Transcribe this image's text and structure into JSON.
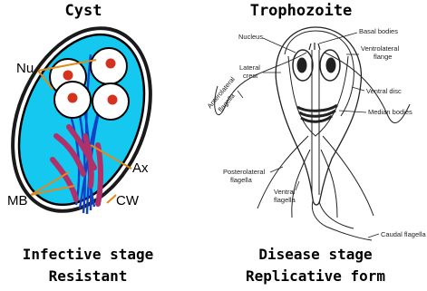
{
  "cyst": {
    "title": "Cyst",
    "labels": {
      "nucleus": "Nu",
      "axoneme": "Ax",
      "median_bodies": "MB",
      "cyst_wall": "CW"
    },
    "caption_line1": "Infective stage",
    "caption_line2": "Resistant"
  },
  "trophozoite": {
    "title": "Trophozoite",
    "labels": {
      "nucleus": "Nucleus",
      "basal_bodies": "Basal bodies",
      "ventrolateral_flange_1": "Ventrolateral",
      "ventrolateral_flange_2": "flange",
      "lateral_crest_1": "Lateral",
      "lateral_crest_2": "crest",
      "ventral_disc": "Ventral disc",
      "anterolateral_flagella_1": "Anterolateral",
      "anterolateral_flagella_2": "flagella",
      "median_bodies": "Median bodies",
      "posterolateral_flagella_1": "Posterolateral",
      "posterolateral_flagella_2": "flagella",
      "ventral_flagella_1": "Ventral",
      "ventral_flagella_2": "flagella",
      "caudal_flagella": "Caudal flagella"
    },
    "caption_line1": "Disease stage",
    "caption_line2": "Replicative form"
  },
  "colors": {
    "cyst_fill": "#14c8f0",
    "cyst_outline": "#000000",
    "nucleus_fill": "#ffffff",
    "nucleus_dot": "#d4311f",
    "axoneme": "#1040c8",
    "median_body": "#b0306a",
    "pointer": "#e08a1e"
  }
}
